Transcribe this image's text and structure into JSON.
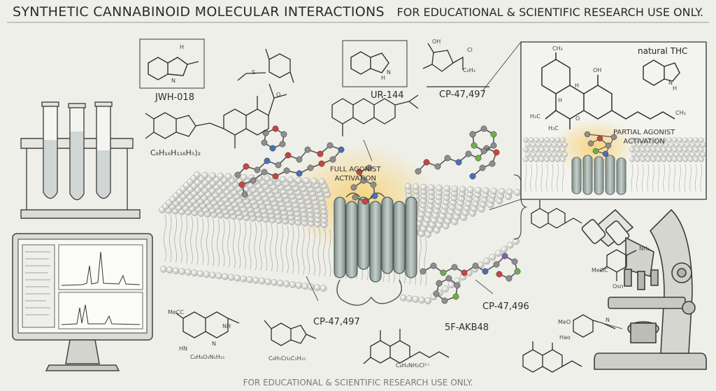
{
  "header": {
    "title": "SYNTHETIC CANNABINOID MOLECULAR INTERACTIONS",
    "disclaimer": "FOR EDUCATIONAL & SCIENTIFIC RESEARCH USE ONLY."
  },
  "footer": {
    "disclaimer": "FOR EDUCATIONAL & SCIENTIFIC RESEARCH USE ONLY."
  },
  "compounds": {
    "jwh018": "JWH-018",
    "jwh018_formula": "C₈H₁₆H₁₁₆H₅)₂",
    "ur144": "UR-144",
    "cp47497_top": "CP-47,497",
    "cp47497_bottom": "CP-47,497",
    "cp47496": "CP-47,496",
    "akb48": "5F-AKB48",
    "formula_a": "C₈H₈O₅N₅H₁₅",
    "formula_b": "C₈H₅Cn₂C₅H₁₅",
    "formula_c": "C₈H₃NH₂Cl²⁺",
    "label_mecc": "MeCC",
    "label_hn": "HN",
    "label_nh_a": "NH",
    "label_nh_b": "N",
    "label_meoc": "MeOC",
    "label_nh2": "NH₂",
    "label_osn": "Osn",
    "label_meo": "MeO",
    "label_hao": "Hao",
    "label_n": "N",
    "label_oh_top": "OH",
    "label_cl": "Cl",
    "label_cgh": "C₆H₃",
    "label_h_ur": "H",
    "label_n_ur": "N",
    "label_h_jwh": "H",
    "label_n_jwh": "N",
    "label_s": "S",
    "label_o": "O"
  },
  "callouts": {
    "full_agonist_1": "FULL AGONIST",
    "full_agonist_2": "ACTIVATION",
    "partial_agonist_1": "PARTIAL AGONIST",
    "partial_agonist_2": "ACTIVATION"
  },
  "inset": {
    "title": "natural THC",
    "ch3_top": "CH₃",
    "oh": "OH",
    "h_a": "H",
    "h_b": "H",
    "h3c_a": "H₃C",
    "h3c_b": "H₃C",
    "o": "O",
    "ch3_tail": "CH₃",
    "indole_h": "H",
    "indole_n": "N"
  },
  "colors": {
    "background": "#efefea",
    "ink": "#2b2b2b",
    "membrane_head": "#d9d9d4",
    "receptor": "#9aa7a4",
    "glow": "#f6c25a",
    "atom_red": "#c8453f",
    "atom_blue": "#4c6fb8",
    "atom_green": "#6bb14a",
    "atom_purple": "#8a5fb0",
    "atom_gray": "#8e8e8e"
  }
}
